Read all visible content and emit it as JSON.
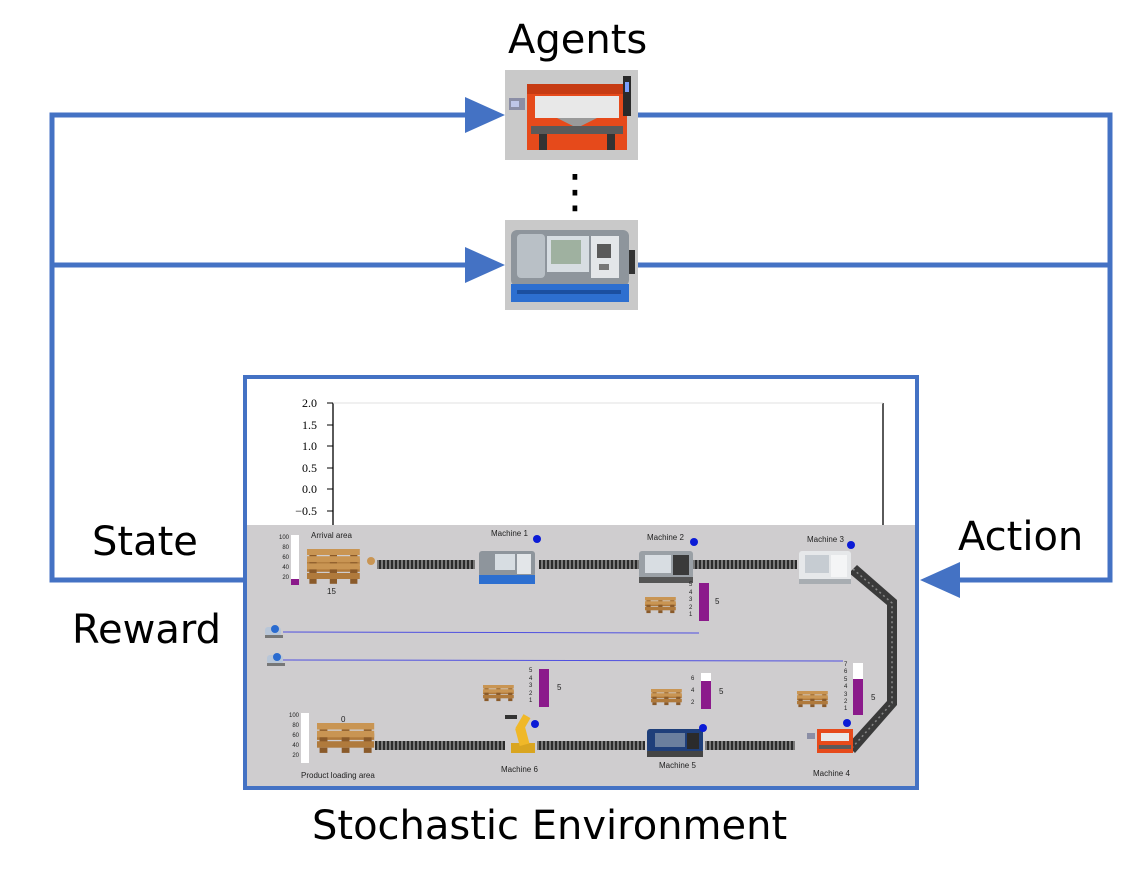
{
  "title": "Agents",
  "ellipsis": "⋮",
  "labels": {
    "state": "State",
    "reward": "Reward",
    "action": "Action",
    "environment": "Stochastic Environment"
  },
  "colors": {
    "arrow": "#4472c4",
    "sim_bg": "#cfcdcf",
    "level_bar": "#8b1a8b",
    "status_dot": "#0b1bd6",
    "agent_bg": "#c9c9c9"
  },
  "plot": {
    "y_ticks": [
      "2.0",
      "1.5",
      "1.0",
      "0.5",
      "0.0",
      "−0.5"
    ]
  },
  "sim": {
    "arrival_area": "Arrival area",
    "arrival_count": "15",
    "product_loading_area": "Product loading area",
    "product_count": "0",
    "scale_100": [
      "100",
      "80",
      "60",
      "40",
      "20"
    ],
    "machines": [
      "Machine 1",
      "Machine 2",
      "Machine 3",
      "Machine 4",
      "Machine 5",
      "Machine 6"
    ],
    "buffer_m2": "5",
    "buffer_m4": "5",
    "buffer_m5": "5",
    "buffer_m6": "5",
    "scale_5": [
      "5",
      "4",
      "3",
      "2",
      "1"
    ],
    "scale_6": [
      "6",
      "4",
      "2"
    ],
    "scale_7": [
      "7",
      "6",
      "5",
      "4",
      "3",
      "2",
      "1"
    ]
  }
}
